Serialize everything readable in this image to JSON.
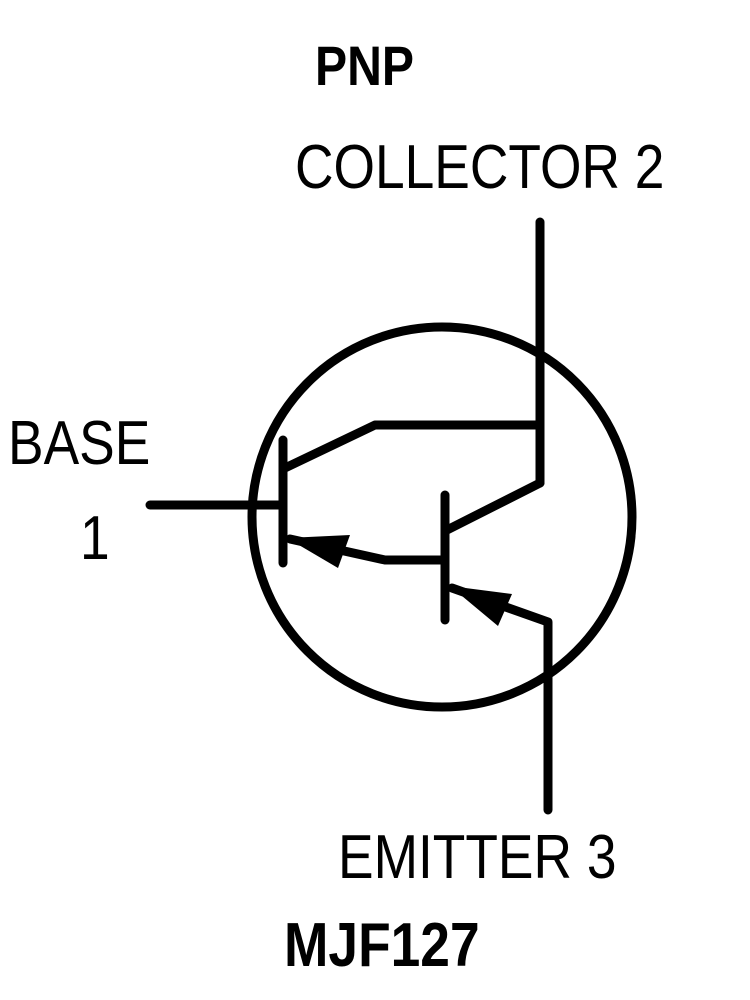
{
  "title": "PNP",
  "part_number": "MJF127",
  "pins": {
    "collector": "COLLECTOR 2",
    "base_line1": "BASE",
    "base_line2": "1",
    "emitter": "EMITTER 3"
  },
  "colors": {
    "stroke": "#000000",
    "background": "#ffffff"
  }
}
